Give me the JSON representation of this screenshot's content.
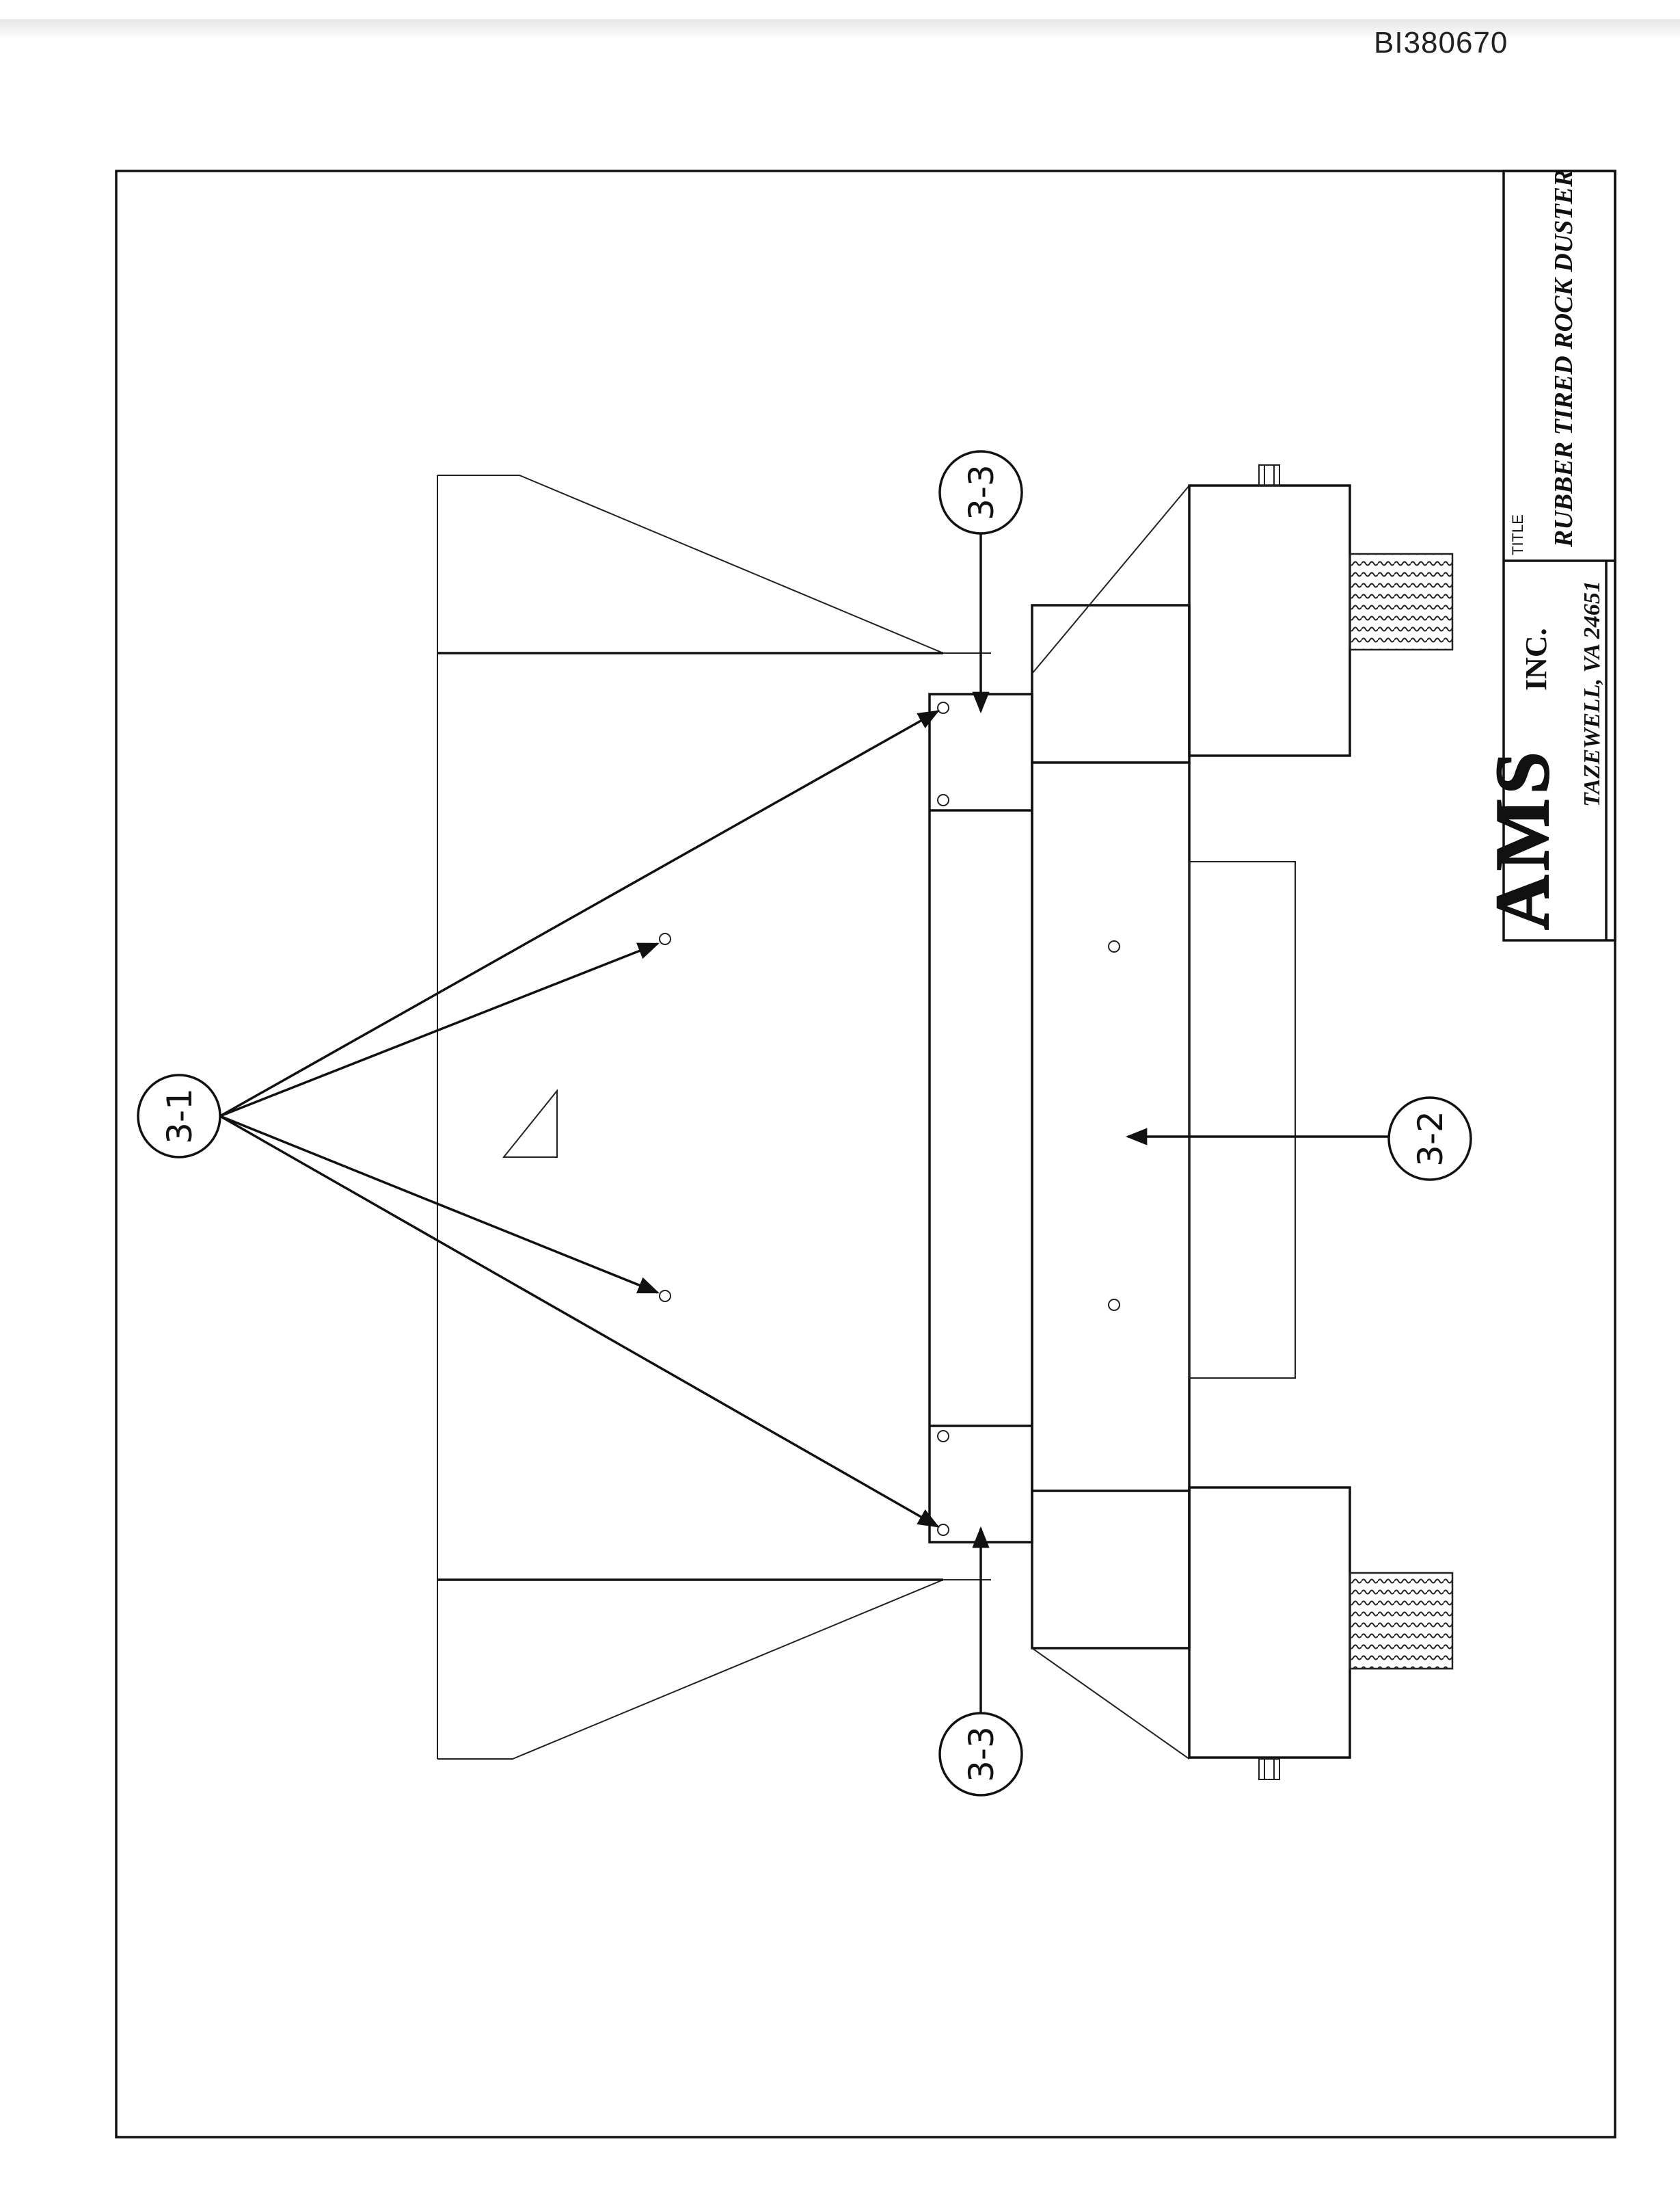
{
  "document_id": "BI380670",
  "callouts": {
    "c31": "3-1",
    "c32": "3-2",
    "c33_top": "3-3",
    "c33_bottom": "3-3"
  },
  "title_block": {
    "title_label": "TITLE",
    "title": "RUBBER TIRED ROCK DUSTER",
    "company_logo": "AMS",
    "company_suffix": "INC.",
    "address": "TAZEWELL, VA 24651"
  }
}
